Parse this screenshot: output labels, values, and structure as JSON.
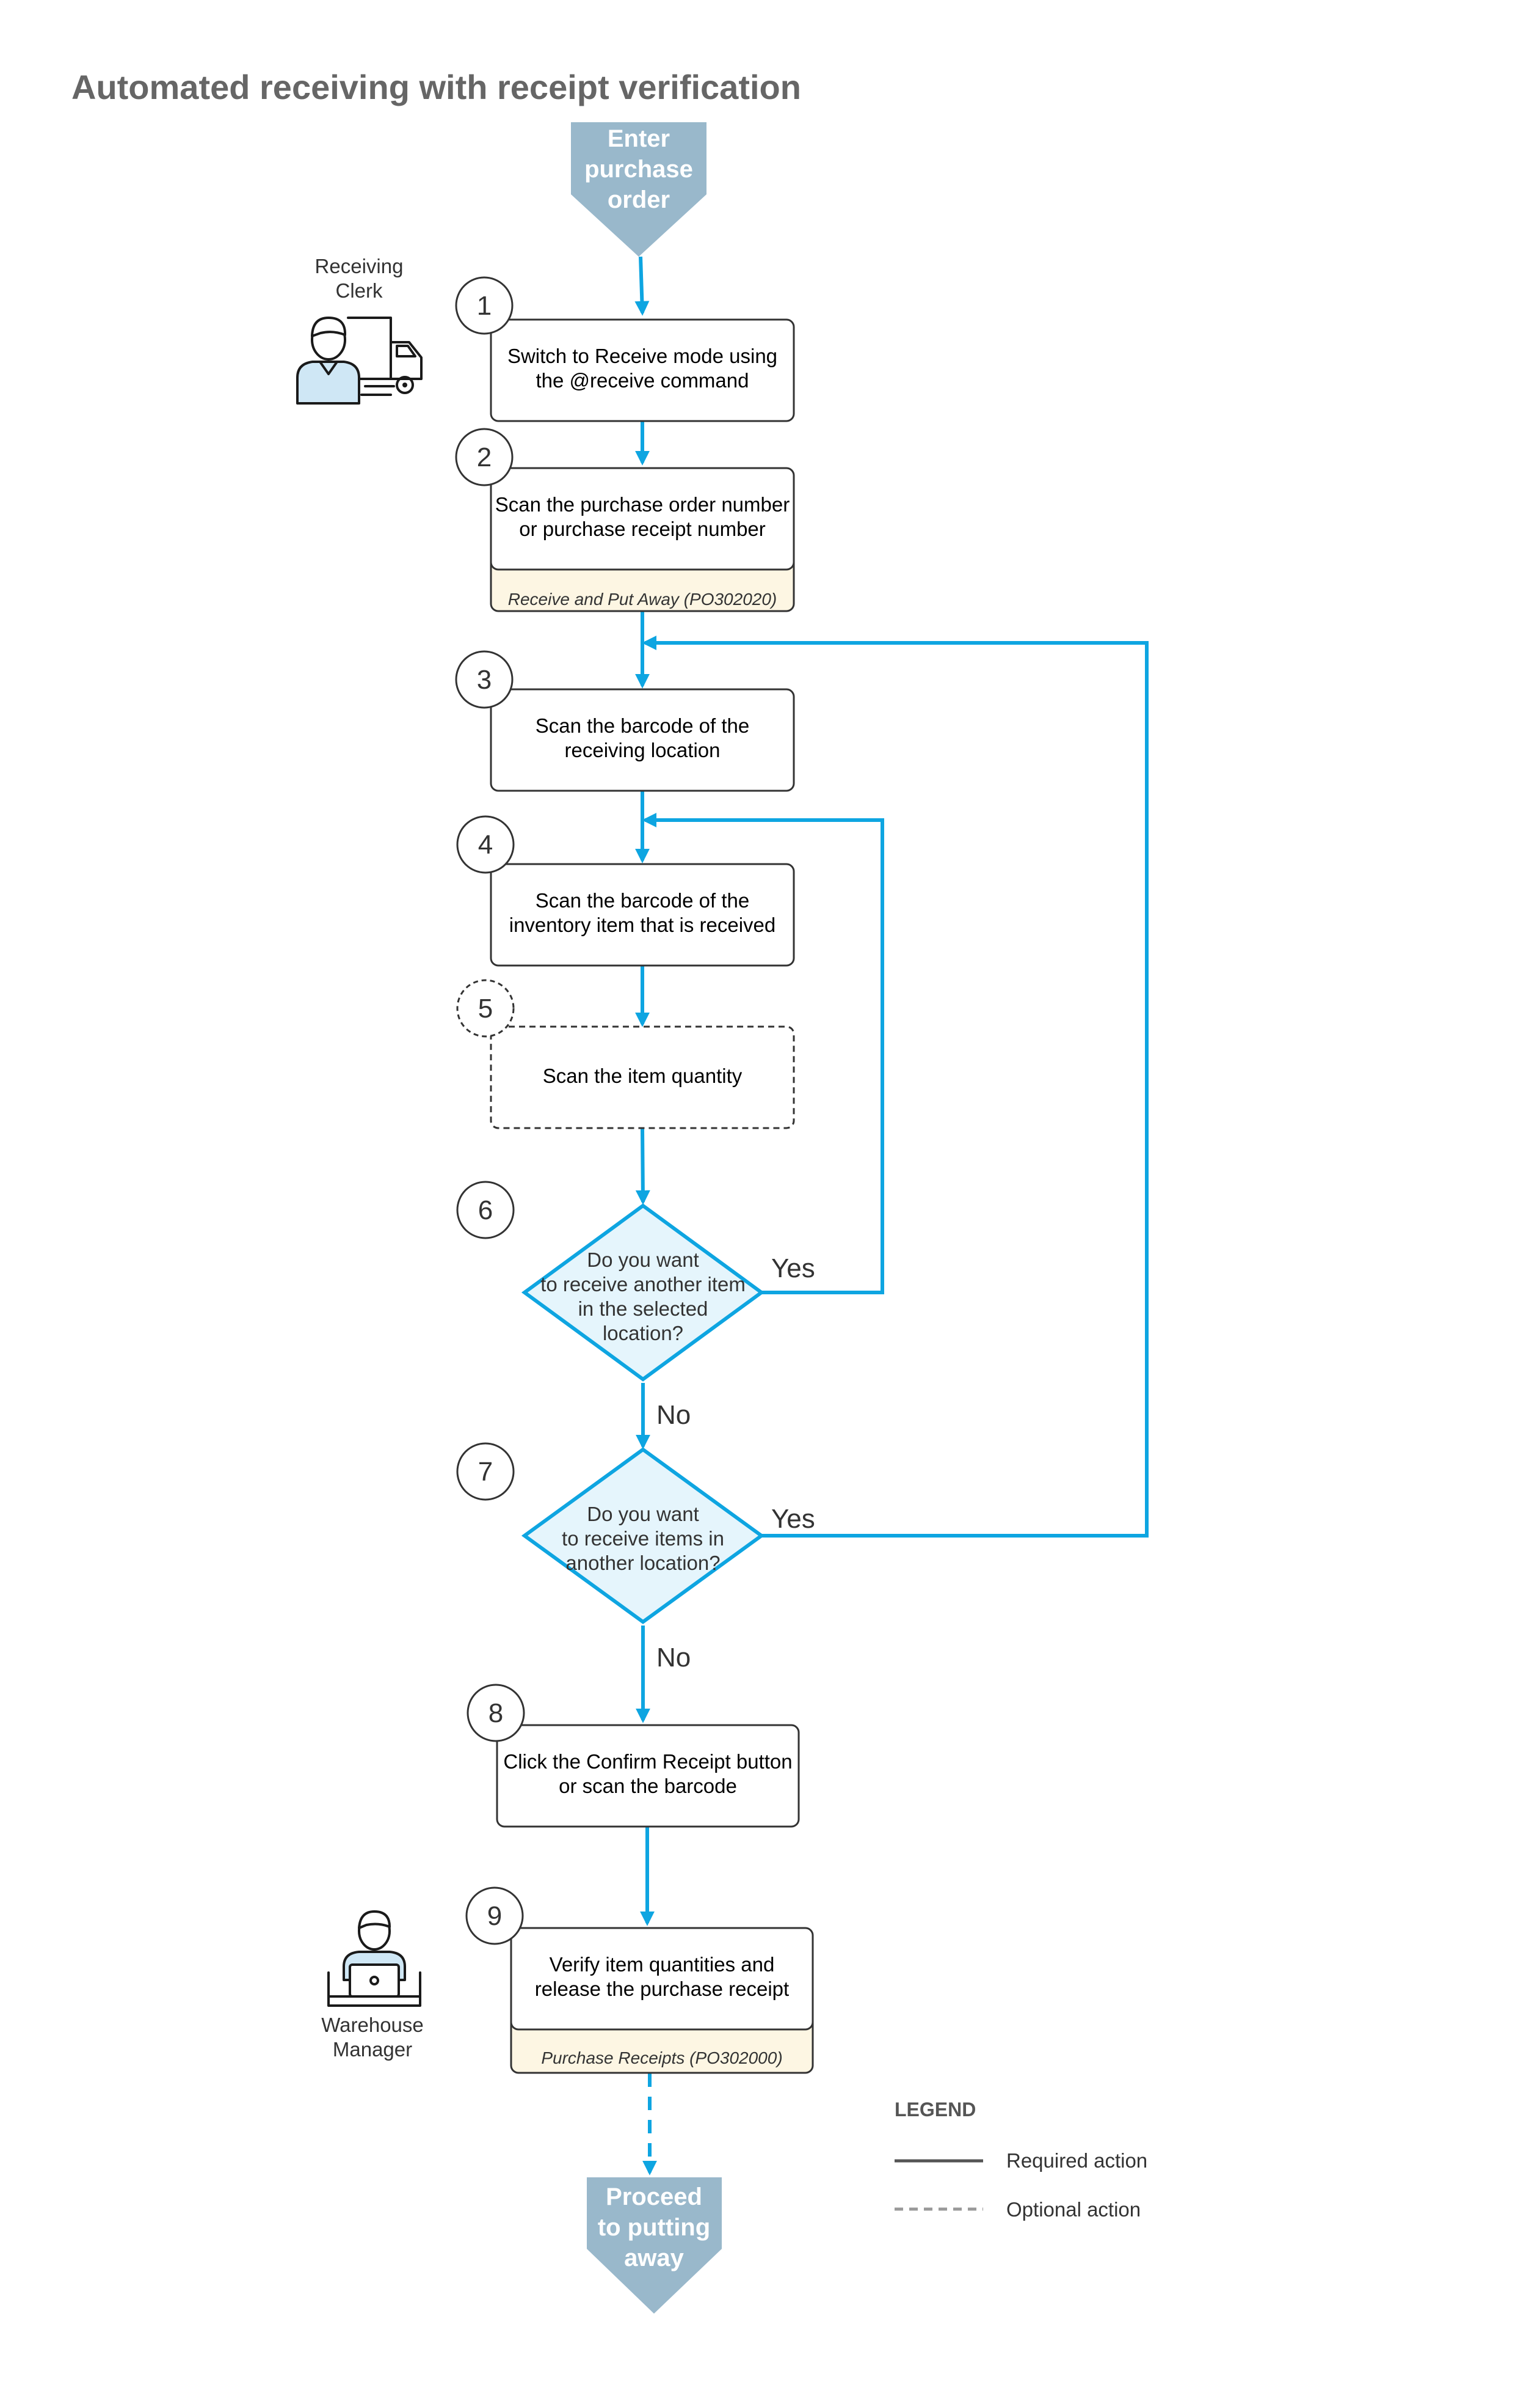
{
  "title": "Automated receiving with receipt verification",
  "start": {
    "lines": [
      "Enter",
      "purchase",
      "order"
    ]
  },
  "end": {
    "lines": [
      "Proceed",
      "to putting",
      "away"
    ]
  },
  "roles": {
    "clerk": [
      "Receiving",
      "Clerk"
    ],
    "manager": [
      "Warehouse",
      "Manager"
    ]
  },
  "steps": [
    {
      "num": "1",
      "lines": [
        "Switch to Receive mode using",
        "the @receive command"
      ],
      "optional": false
    },
    {
      "num": "2",
      "lines": [
        "Scan the purchase order number",
        "or purchase receipt number"
      ],
      "tag": "Receive and Put Away (PO302020)",
      "optional": false
    },
    {
      "num": "3",
      "lines": [
        "Scan the barcode of the",
        "receiving location"
      ],
      "optional": false
    },
    {
      "num": "4",
      "lines": [
        "Scan the barcode of the",
        "inventory item that is received"
      ],
      "optional": false
    },
    {
      "num": "5",
      "lines": [
        "Scan the item quantity"
      ],
      "optional": true
    },
    {
      "num": "6",
      "lines": [
        "Do you want",
        "to receive another item",
        "in the selected",
        "location?"
      ],
      "decision": true
    },
    {
      "num": "7",
      "lines": [
        "Do you want",
        "to receive items in",
        "another location?"
      ],
      "decision": true
    },
    {
      "num": "8",
      "lines": [
        "Click the Confirm Receipt button",
        "or scan the barcode"
      ],
      "optional": false
    },
    {
      "num": "9",
      "lines": [
        "Verify item quantities and",
        "release the purchase receipt"
      ],
      "tag": "Purchase Receipts (PO302000)",
      "optional": false
    }
  ],
  "branches": {
    "yes": "Yes",
    "no": "No"
  },
  "legend": {
    "title": "LEGEND",
    "required": "Required action",
    "optional": "Optional action"
  },
  "colors": {
    "flow": "#0ea5e1",
    "terminal": "#99b8cb",
    "decision_fill": "#e5f5fc",
    "tag_fill": "#fdf6e3",
    "title": "#666666"
  }
}
